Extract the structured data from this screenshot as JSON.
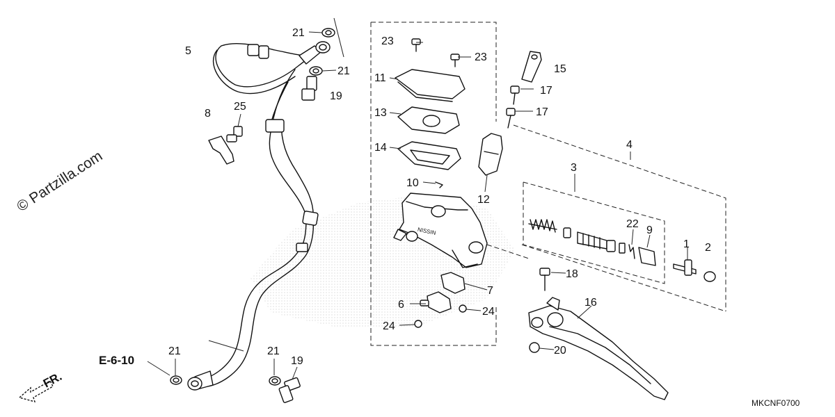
{
  "watermark": "© Partzilla.com",
  "diagram_code": "MKCNF0700",
  "reference": "E-6-10",
  "direction": "FR.",
  "brand_mark": "NISSIN",
  "callouts": [
    {
      "id": "c1",
      "label": "1"
    },
    {
      "id": "c2",
      "label": "2"
    },
    {
      "id": "c3",
      "label": "3"
    },
    {
      "id": "c4",
      "label": "4"
    },
    {
      "id": "c5",
      "label": "5"
    },
    {
      "id": "c6",
      "label": "6"
    },
    {
      "id": "c7",
      "label": "7"
    },
    {
      "id": "c8",
      "label": "8"
    },
    {
      "id": "c9",
      "label": "9"
    },
    {
      "id": "c10",
      "label": "10"
    },
    {
      "id": "c11",
      "label": "11"
    },
    {
      "id": "c12",
      "label": "12"
    },
    {
      "id": "c13",
      "label": "13"
    },
    {
      "id": "c14",
      "label": "14"
    },
    {
      "id": "c15",
      "label": "15"
    },
    {
      "id": "c16",
      "label": "16"
    },
    {
      "id": "c17a",
      "label": "17"
    },
    {
      "id": "c17b",
      "label": "17"
    },
    {
      "id": "c18",
      "label": "18"
    },
    {
      "id": "c19a",
      "label": "19"
    },
    {
      "id": "c19b",
      "label": "19"
    },
    {
      "id": "c20",
      "label": "20"
    },
    {
      "id": "c21a",
      "label": "21"
    },
    {
      "id": "c21b",
      "label": "21"
    },
    {
      "id": "c21c",
      "label": "21"
    },
    {
      "id": "c21d",
      "label": "21"
    },
    {
      "id": "c22",
      "label": "22"
    },
    {
      "id": "c23a",
      "label": "23"
    },
    {
      "id": "c23b",
      "label": "23"
    },
    {
      "id": "c24a",
      "label": "24"
    },
    {
      "id": "c24b",
      "label": "24"
    },
    {
      "id": "c25",
      "label": "25"
    }
  ]
}
